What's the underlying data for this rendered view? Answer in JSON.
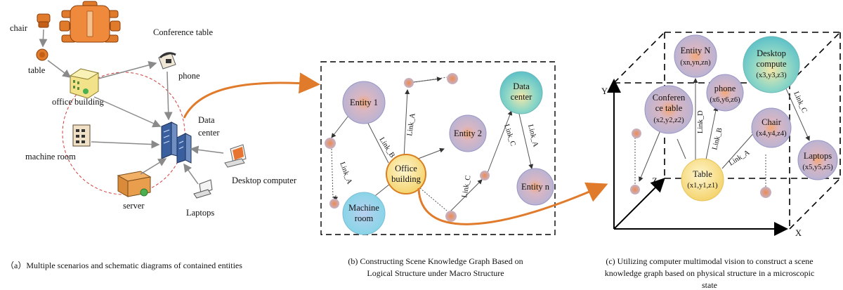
{
  "panel_a": {
    "labels": {
      "chair": "chair",
      "conference_table": "Conference table",
      "table": "table",
      "phone": "phone",
      "office_building": "office building",
      "data_center_1": "Data",
      "data_center_2": "center",
      "machine_room": "machine room",
      "desktop_computer": "Desktop computer",
      "server": "server",
      "laptops": "Laptops"
    },
    "caption": "（a）Multiple scenarios and schematic diagrams of contained entities"
  },
  "panel_b": {
    "nodes": {
      "entity1": "Entity 1",
      "entity2": "Entity 2",
      "entityn": "Entity n",
      "data_center_1": "Data",
      "data_center_2": "center",
      "office_1": "Office",
      "office_2": "building",
      "machine_1": "Machine",
      "machine_2": "room"
    },
    "links": {
      "link_a1": "Link_A",
      "link_a2": "Link_A",
      "link_a3": "Link_A",
      "link_b": "Link_B",
      "link_c1": "Link_C",
      "link_c2": "Link_C"
    },
    "caption_1": "(b) Constructing Scene Knowledge Graph Based on",
    "caption_2": "Logical Structure under Macro Structure"
  },
  "panel_c": {
    "axes": {
      "y": "Y",
      "z": "Z",
      "x": "X"
    },
    "nodes": {
      "entityN": "Entity N",
      "entityN_coord": "(xn,yn,zn)",
      "desktop_1": "Desktop",
      "desktop_2": "compute",
      "desktop_coord": "(x3,y3,z3)",
      "conf_1": "Conferen",
      "conf_2": "ce table",
      "conf_coord": "(x2,y2,z2)",
      "phone": "phone",
      "phone_coord": "(x6,y6,z6)",
      "chair": "Chair",
      "chair_coord": "(x4,y4,z4)",
      "table": "Table",
      "table_coord": "(x1,y1,z1)",
      "laptops": "Laptops",
      "laptops_coord": "(x5,y5,z5)"
    },
    "links": {
      "link_d": "Link_D",
      "link_b": "Link_B",
      "link_a": "Link_A",
      "link_c": "Link_C"
    },
    "caption_1": "(c) Utilizing computer multimodal vision to construct a scene",
    "caption_2": "knowledge graph based on physical structure in a microscopic",
    "caption_3": "state"
  },
  "colors": {
    "accent_orange": "#e07b2c",
    "node_purple": "#b8b4d4",
    "node_yellow": "#f6dd85",
    "node_teal": "#7ccfc4",
    "node_cyan": "#8fd6ea"
  }
}
